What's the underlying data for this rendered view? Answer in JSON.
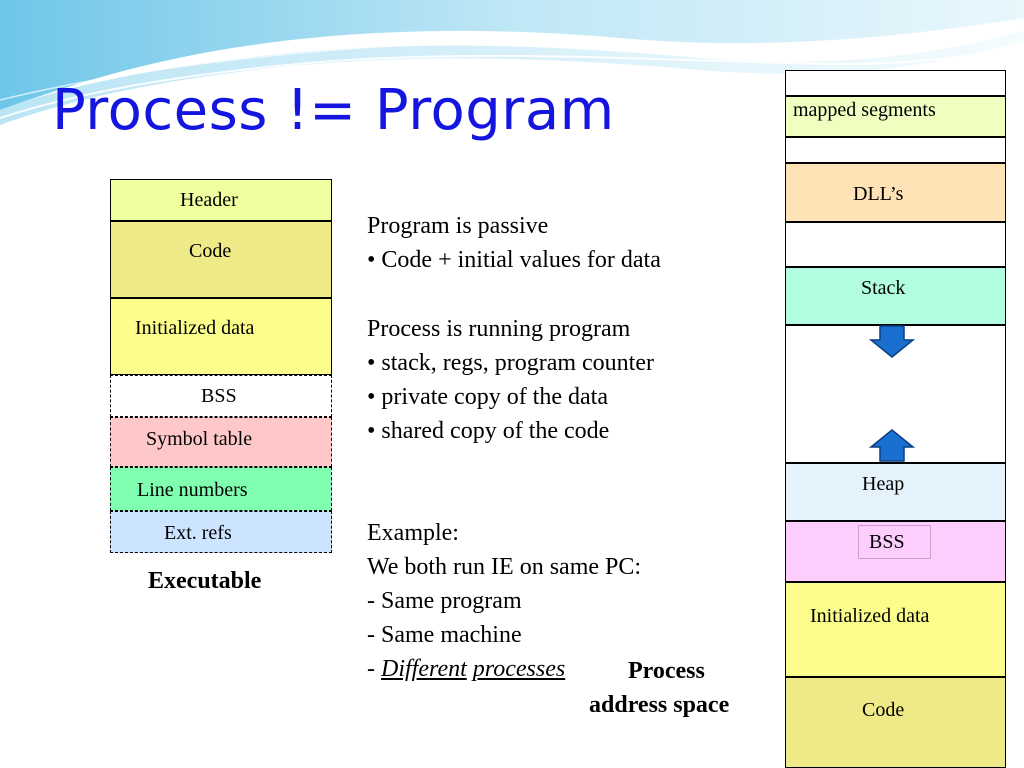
{
  "title": "Process != Program",
  "executable": {
    "caption": "Executable",
    "segments": {
      "header": "Header",
      "code": "Code",
      "initialized_data": "Initialized data",
      "bss": "BSS",
      "symbol_table": "Symbol table",
      "line_numbers": "Line numbers",
      "ext_refs": "Ext. refs"
    }
  },
  "explanation": {
    "program_heading": "Program is passive",
    "program_bullets": [
      "Code + initial values for data"
    ],
    "process_heading": "Process is running program",
    "process_bullets": [
      "stack, regs, program counter",
      "private copy of the data",
      "shared copy of the code"
    ],
    "bullet": "•",
    "example_heading": "Example:",
    "example_line": "We both run IE on same PC:",
    "same_program": "- Same program",
    "same_machine": "- Same machine",
    "dash": "-",
    "different": "Different",
    "processes": "processes"
  },
  "address_space": {
    "caption_line1": "Process",
    "caption_line2": "address space",
    "segments": {
      "mapped_segments": "mapped segments",
      "dlls": "DLL’s",
      "stack": "Stack",
      "heap": "Heap",
      "bss": "BSS",
      "initialized_data": "Initialized data",
      "code": "Code"
    }
  },
  "colors": {
    "title": "#1515e0",
    "header": "#eeffa0",
    "code": "#eeea88",
    "initialized_data": "#fdfd8c",
    "symbol_table": "#ffc8c8",
    "line_numbers": "#80ffb0",
    "ext_refs": "#cce4ff",
    "mapped_segments": "#eeffc0",
    "dlls": "#fde3b5",
    "stack": "#b0fde0",
    "heap": "#e4f2fc",
    "bss_region": "#fdcdfd",
    "arrow": "#1a70d0"
  }
}
